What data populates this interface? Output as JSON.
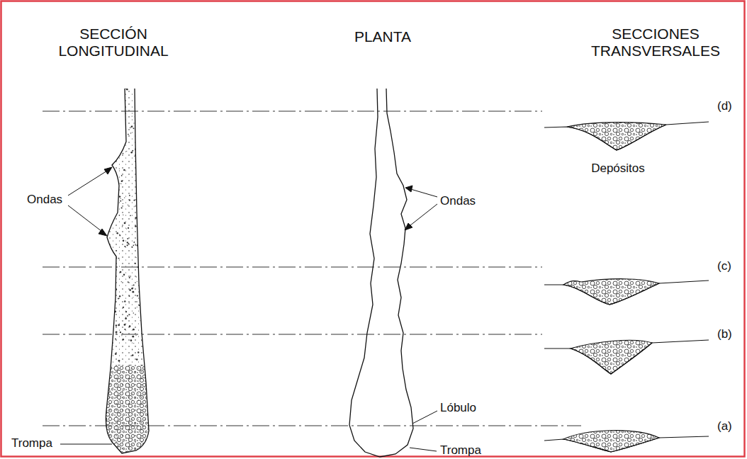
{
  "diagram": {
    "labels": [
      "SECCIÓN LONGITUDINAL",
      "PLANTA",
      "SECCIONES TRANSVERSALES",
      "(d)",
      "Depósitos",
      "Ondas",
      "Ondas",
      "(c)",
      "(b)",
      "Lóbulo",
      "(a)",
      "Trompa",
      "Trompa"
    ]
  }
}
